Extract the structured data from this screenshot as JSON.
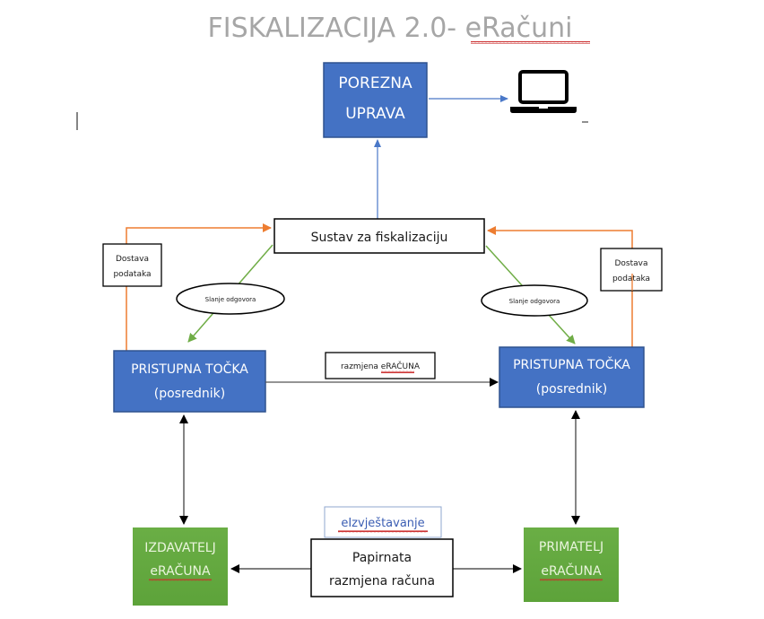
{
  "title": "FISKALIZACIJA 2.0- eRačuni",
  "colors": {
    "blue_box": "#4472c4",
    "blue_border": "#2f528f",
    "green_box": "#70ad47",
    "orange_arrow": "#ed7d31",
    "green_arrow": "#70ad47",
    "blue_arrow": "#4a78c8",
    "black_arrow": "#000000",
    "title_gray": "#a6a6a6",
    "spellcheck_red": "#c00000"
  },
  "nodes": {
    "porezna_uprava": {
      "line1": "POREZNA",
      "line2": "UPRAVA"
    },
    "laptop": {
      "icon": "laptop-icon"
    },
    "sustav": {
      "label": "Sustav za fiskalizaciju"
    },
    "dostava_left": {
      "line1": "Dostava",
      "line2": "podataka"
    },
    "dostava_right": {
      "line1": "Dostava",
      "line2": "podataka"
    },
    "slanje_left": {
      "label": "Slanje odgovora"
    },
    "slanje_right": {
      "label": "Slanje odgovora"
    },
    "pristupna_left": {
      "line1": "PRISTUPNA TOČKA",
      "line2": "(posrednik)"
    },
    "pristupna_right": {
      "line1": "PRISTUPNA TOČKA",
      "line2": "(posrednik)"
    },
    "razmjena": {
      "label": "razmjena eRAČUNA"
    },
    "izdavatelj": {
      "line1": "IZDAVATELJ",
      "line2": "eRAČUNA"
    },
    "primatelj": {
      "line1": "PRIMATELJ",
      "line2": "eRAČUNA"
    },
    "eizvjestavanje": {
      "label": "eIzvještavanje"
    },
    "papirnata": {
      "line1": "Papirnata",
      "line2": "razmjena računa"
    }
  },
  "edges": [
    {
      "from": "porezna_uprava",
      "to": "laptop",
      "color": "blue"
    },
    {
      "from": "sustav",
      "to": "porezna_uprava",
      "color": "blue"
    },
    {
      "from": "pristupna_left",
      "to": "sustav",
      "color": "orange",
      "label": "Dostava podataka"
    },
    {
      "from": "pristupna_right",
      "to": "sustav",
      "color": "orange",
      "label": "Dostava podataka"
    },
    {
      "from": "sustav",
      "to": "pristupna_left",
      "color": "green",
      "label": "Slanje odgovora"
    },
    {
      "from": "sustav",
      "to": "pristupna_right",
      "color": "green",
      "label": "Slanje odgovora"
    },
    {
      "from": "pristupna_left",
      "to": "pristupna_right",
      "color": "black",
      "label": "razmjena eRAČUNA"
    },
    {
      "from": "pristupna_left",
      "to": "izdavatelj",
      "color": "black",
      "bidirectional": true
    },
    {
      "from": "pristupna_right",
      "to": "primatelj",
      "color": "black",
      "bidirectional": true
    },
    {
      "from": "papirnata",
      "to": "izdavatelj",
      "color": "black"
    },
    {
      "from": "papirnata",
      "to": "primatelj",
      "color": "black"
    }
  ]
}
